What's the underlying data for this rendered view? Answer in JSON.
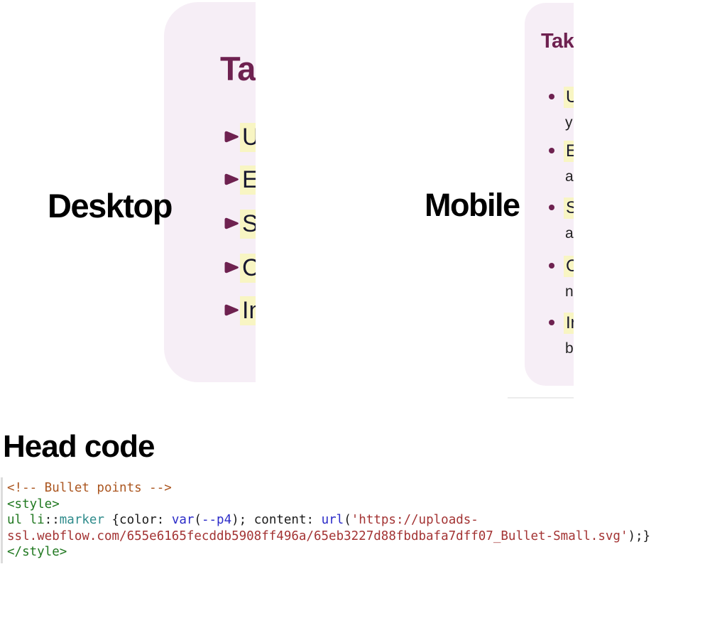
{
  "colors": {
    "panel_background": "#f6eef6",
    "accent_maroon": "#6e2150",
    "highlight_yellow": "#f8f5c3",
    "list_text": "#181830",
    "label_black": "#000000",
    "code_comment": "#ab5620",
    "code_tag": "#207820",
    "code_pseudo": "#2e8b8b",
    "code_function": "#2b2bc8",
    "code_string": "#a33333"
  },
  "desktop_preview": {
    "label": "Desktop",
    "panel": {
      "heading": "Ta",
      "marker_style": "custom-arrow-svg",
      "items": [
        {
          "text": "U"
        },
        {
          "text": "E"
        },
        {
          "text": "S"
        },
        {
          "text": "C"
        },
        {
          "text": "In"
        }
      ]
    }
  },
  "mobile_preview": {
    "label": "Mobile",
    "panel": {
      "heading": "Tak",
      "marker_style": "round-dot",
      "items": [
        {
          "line1": "U",
          "line2": "y"
        },
        {
          "line1": "E",
          "line2": "a"
        },
        {
          "line1": "S",
          "line2": "a"
        },
        {
          "line1": "C",
          "line2": "n"
        },
        {
          "line1": "In",
          "line2": "b"
        }
      ]
    }
  },
  "head_code": {
    "title": "Head code",
    "lines": [
      {
        "tokens": [
          {
            "t": "<!-- Bullet points -->",
            "c": "comment"
          }
        ]
      },
      {
        "tokens": [
          {
            "t": "<style>",
            "c": "tag"
          }
        ]
      },
      {
        "tokens": [
          {
            "t": "ul li",
            "c": "tag"
          },
          {
            "t": "::",
            "c": "plain"
          },
          {
            "t": "marker",
            "c": "pseudo"
          },
          {
            "t": " {color: ",
            "c": "plain"
          },
          {
            "t": "var",
            "c": "func"
          },
          {
            "t": "(",
            "c": "plain"
          },
          {
            "t": "--p4",
            "c": "func"
          },
          {
            "t": ")",
            "c": "plain"
          },
          {
            "t": "; content: ",
            "c": "plain"
          },
          {
            "t": "url",
            "c": "func"
          },
          {
            "t": "(",
            "c": "plain"
          },
          {
            "t": "'https://uploads-",
            "c": "string"
          }
        ]
      },
      {
        "tokens": [
          {
            "t": "ssl.webflow.com/655e6165fecddb5908ff496a/65eb3227d88fbdbafa7dff07_Bullet-Small.svg'",
            "c": "string"
          },
          {
            "t": ");}",
            "c": "plain"
          }
        ]
      },
      {
        "tokens": [
          {
            "t": "</style>",
            "c": "tag"
          }
        ]
      }
    ]
  }
}
